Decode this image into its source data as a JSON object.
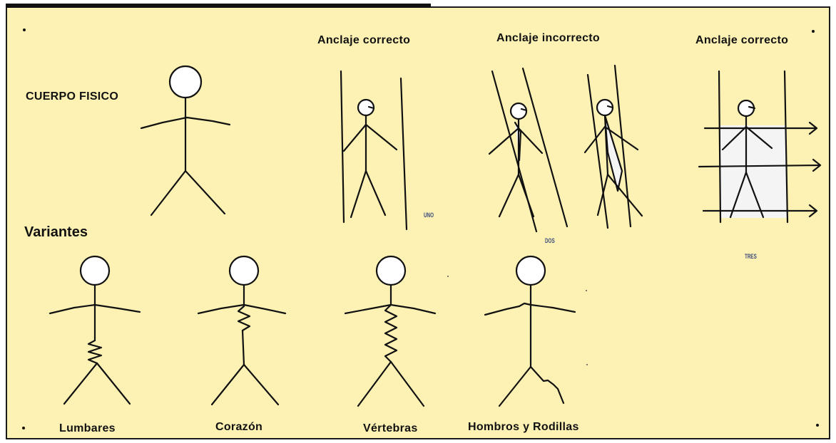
{
  "colors": {
    "background": "#fdf2b4",
    "ink": "#111111",
    "fill": "#f4f4f4"
  },
  "labels": {
    "cuerpo_fisico": "CUERPO FISICO",
    "variantes": "Variantes",
    "anclaje_correcto_1": "Anclaje correcto",
    "anclaje_incorrecto": "Anclaje incorrecto",
    "anclaje_correcto_2": "Anclaje correcto",
    "uno": "UNO",
    "dos": "DOS",
    "tres": "TRES",
    "lumbares": "Lumbares",
    "corazon": "Corazón",
    "vertebras": "Vértebras",
    "hombros_rodillas": "Hombros y Rodillas"
  }
}
